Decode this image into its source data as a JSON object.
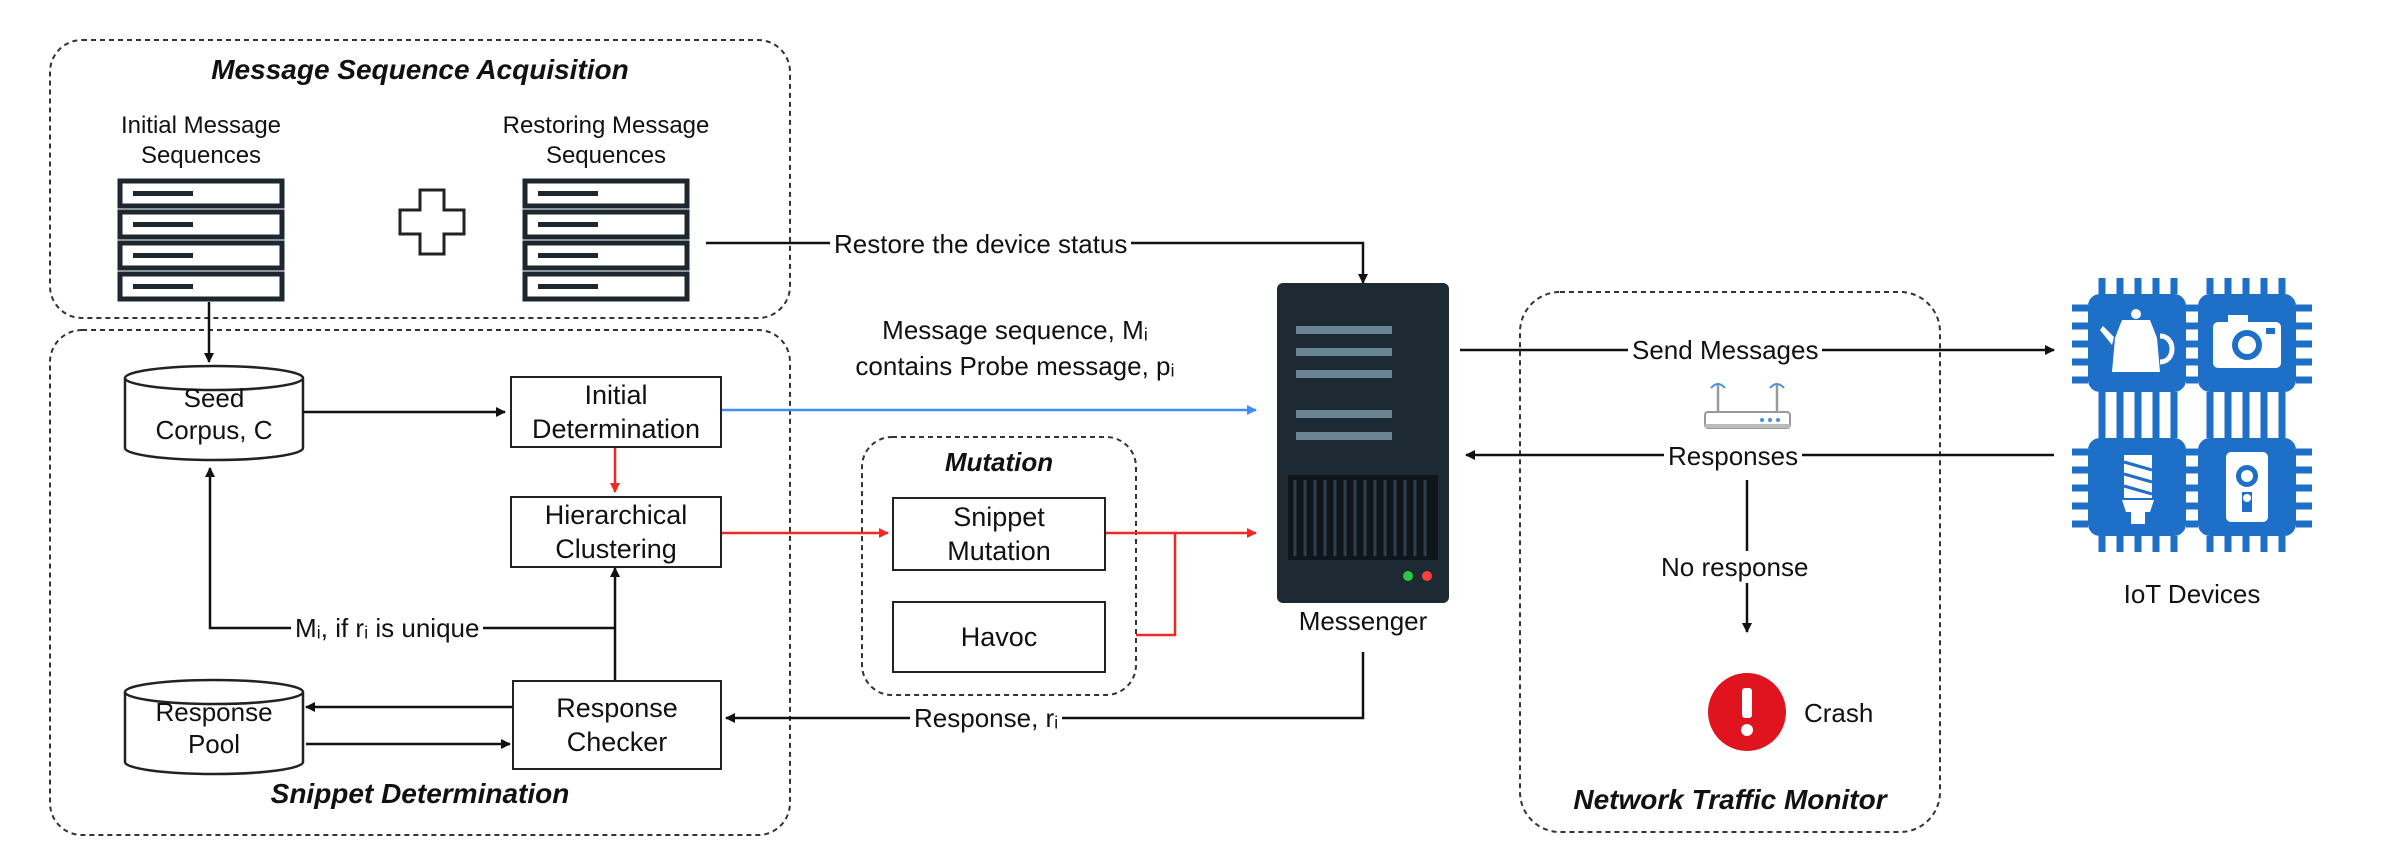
{
  "groups": {
    "acquisition": "Message Sequence Acquisition",
    "snippet": "Snippet Determination",
    "mutation": "Mutation",
    "monitor": "Network Traffic Monitor"
  },
  "acquisition": {
    "initial_line1": "Initial Message",
    "initial_line2": "Sequences",
    "restoring_line1": "Restoring Message",
    "restoring_line2": "Sequences"
  },
  "nodes": {
    "seed_line1": "Seed",
    "seed_line2": "Corpus, C",
    "init_det_line1": "Initial",
    "init_det_line2": "Determination",
    "hier_line1": "Hierarchical",
    "hier_line2": "Clustering",
    "resp_pool_line1": "Response",
    "resp_pool_line2": "Pool",
    "resp_checker_line1": "Response",
    "resp_checker_line2": "Checker",
    "snippet_mut_line1": "Snippet",
    "snippet_mut_line2": "Mutation",
    "havoc": "Havoc",
    "messenger": "Messenger",
    "iot_devices": "IoT Devices",
    "crash": "Crash"
  },
  "edges": {
    "restore": "Restore the device status",
    "msg_seq_line1": "Message sequence, Mᵢ",
    "msg_seq_line2": "contains Probe message, pᵢ",
    "mi_unique": "Mᵢ, if rᵢ is unique",
    "response": "Response, rᵢ",
    "send_messages": "Send Messages",
    "responses": "Responses",
    "no_response": "No response"
  },
  "colors": {
    "blue_arrow": "#3f8ff2",
    "red_arrow": "#ee2a24",
    "iot_blue": "#1e6fc8",
    "server_dark": "#1d2a33",
    "crash_red": "#e0141e"
  }
}
